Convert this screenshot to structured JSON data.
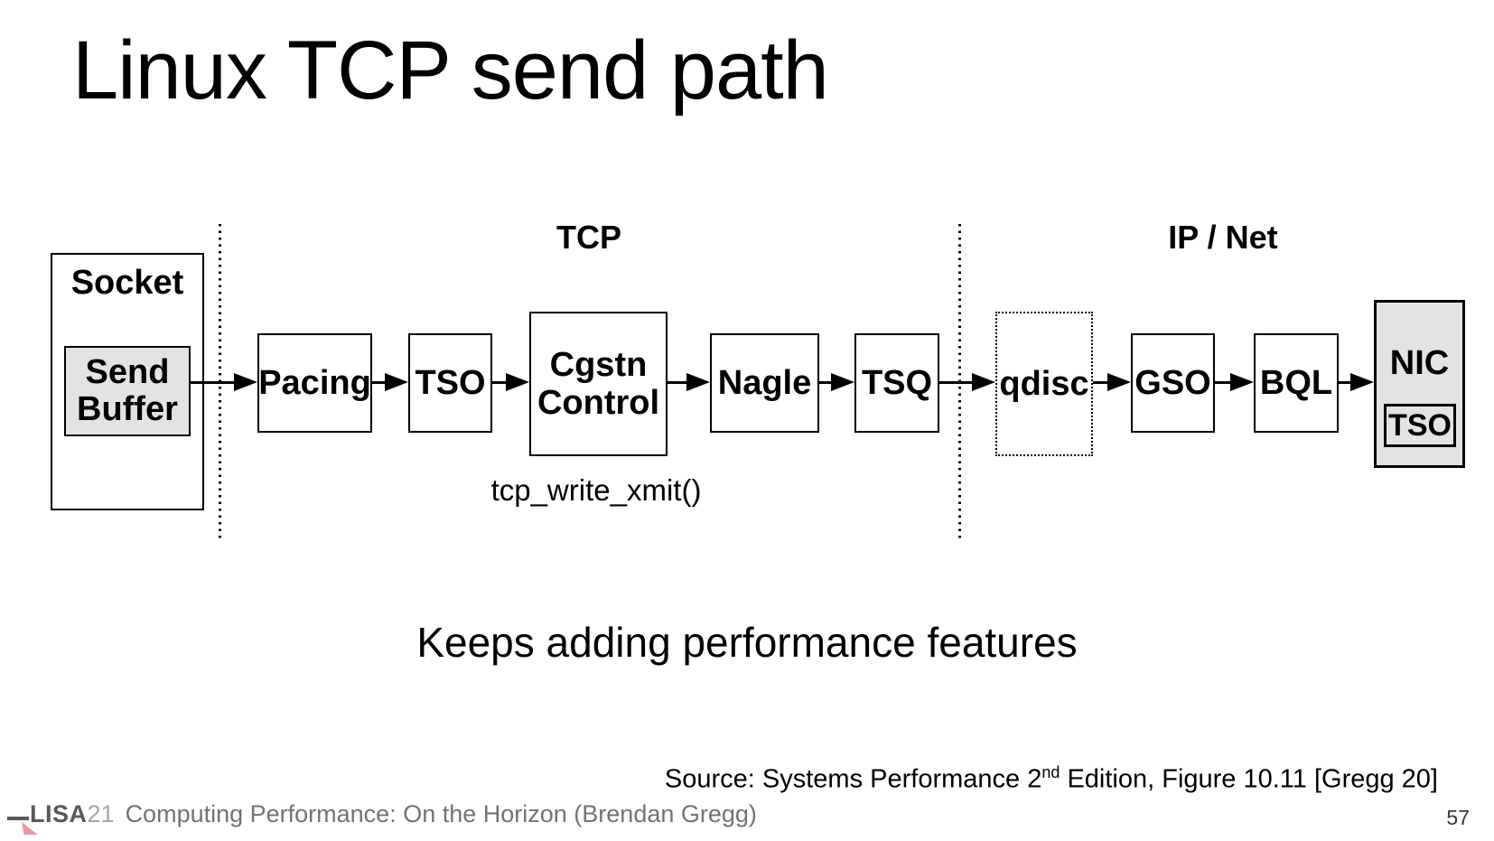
{
  "slide": {
    "title": "Linux TCP send path",
    "caption": "Keeps adding performance features",
    "source": {
      "prefix": "Source: Systems Performance 2",
      "superscript": "nd",
      "suffix": " Edition, Figure 10.11 [Gregg 20]"
    },
    "page_number": "57"
  },
  "footer": {
    "logo_bold": "LISA",
    "logo_year": "21",
    "text": "Computing Performance: On the Horizon (Brendan Gregg)"
  },
  "diagram": {
    "sections": {
      "tcp": "TCP",
      "ipnet": "IP / Net"
    },
    "function_label": "tcp_write_xmit()",
    "nodes": {
      "socket": {
        "label": "Socket"
      },
      "send_buffer": {
        "line1": "Send",
        "line2": "Buffer"
      },
      "pacing": {
        "label": "Pacing"
      },
      "tso": {
        "label": "TSO"
      },
      "cgstn": {
        "line1": "Cgstn",
        "line2": "Control"
      },
      "nagle": {
        "label": "Nagle"
      },
      "tsq": {
        "label": "TSQ"
      },
      "qdisc": {
        "label": "qdisc"
      },
      "gso": {
        "label": "GSO"
      },
      "bql": {
        "label": "BQL"
      },
      "nic": {
        "label": "NIC",
        "inner": "TSO"
      }
    },
    "colors": {
      "box_fill_gray": "#e3e3e3",
      "line_black": "#000000",
      "footer_gray": "#737373",
      "logo_pink": "#ee97a0"
    }
  }
}
